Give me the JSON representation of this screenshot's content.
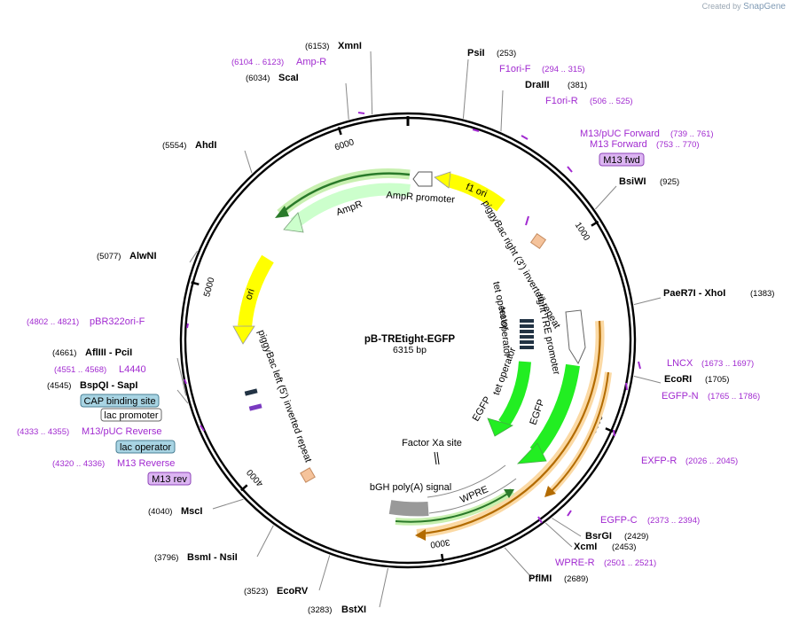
{
  "credit": {
    "prefix": "Created by",
    "brand": "SnapGene"
  },
  "plasmid": {
    "name": "pB-TREtight-EGFP",
    "size_label": "6315 bp"
  },
  "ring_ticks": [
    {
      "label": "1000",
      "angle": 58
    },
    {
      "label": "2000",
      "angle": 114
    },
    {
      "label": "3000",
      "angle": 171
    },
    {
      "label": "4000",
      "angle": 228
    },
    {
      "label": "5000",
      "angle": 285
    },
    {
      "label": "6000",
      "angle": 342
    }
  ],
  "sites": [
    {
      "enzyme": "XmnI",
      "pos": "(6153)",
      "angle": -9
    },
    {
      "enzyme": "ScaI",
      "pos": "(6034)",
      "angle": -15
    },
    {
      "enzyme": "AhdI",
      "pos": "(5554)",
      "angle": -43
    },
    {
      "enzyme": "AlwNI",
      "pos": "(5077)",
      "angle": -67
    },
    {
      "enzyme": "AflIII - PciI",
      "pos": "(4661)",
      "angle": -104
    },
    {
      "enzyme": "BspQI - SapI",
      "pos": "(4545)",
      "angle": -106
    },
    {
      "enzyme": "MscI",
      "pos": "(4040)",
      "angle": -134
    },
    {
      "enzyme": "BsmI - NsiI",
      "pos": "(3796)",
      "angle": -144
    },
    {
      "enzyme": "EcoRV",
      "pos": "(3523)",
      "angle": -160
    },
    {
      "enzyme": "BstXI",
      "pos": "(3283)",
      "angle": -175
    },
    {
      "enzyme": "PsiI",
      "pos": "(253)",
      "angle": 14
    },
    {
      "enzyme": "DraIII",
      "pos": "(381)",
      "angle": 24
    },
    {
      "enzyme": "BsiWI",
      "pos": "(925)",
      "angle": 55
    },
    {
      "enzyme": "PaeR7I - XhoI",
      "pos": "(1383)",
      "angle": 81
    },
    {
      "enzyme": "EcoRI",
      "pos": "(1705)",
      "angle": 99
    },
    {
      "enzyme": "BsrGI",
      "pos": "(2429)",
      "angle": 141
    },
    {
      "enzyme": "XcmI",
      "pos": "(2453)",
      "angle": 143
    },
    {
      "enzyme": "PflMI",
      "pos": "(2689)",
      "angle": 155
    }
  ],
  "primers": [
    {
      "name": "Amp-R",
      "range": "(6104 .. 6123)"
    },
    {
      "name": "F1ori-F",
      "range": "(294 .. 315)"
    },
    {
      "name": "F1ori-R",
      "range": "(506 .. 525)"
    },
    {
      "name": "M13/pUC Forward",
      "range": "(739 .. 761)"
    },
    {
      "name": "M13 Forward",
      "range": "(753 .. 770)"
    },
    {
      "name": "pBR322ori-F",
      "range": "(4802 .. 4821)"
    },
    {
      "name": "L4440",
      "range": "(4551 .. 4568)"
    },
    {
      "name": "M13/pUC Reverse",
      "range": "(4333 .. 4355)"
    },
    {
      "name": "M13 Reverse",
      "range": "(4320 .. 4336)"
    },
    {
      "name": "LNCX",
      "range": "(1673 .. 1697)"
    },
    {
      "name": "EGFP-N",
      "range": "(1765 .. 1786)"
    },
    {
      "name": "EXFP-R",
      "range": "(2026 .. 2045)"
    },
    {
      "name": "EGFP-C",
      "range": "(2373 .. 2394)"
    },
    {
      "name": "WPRE-R",
      "range": "(2501 .. 2521)"
    }
  ],
  "boxed": [
    {
      "name": "M13 fwd",
      "style": "purple"
    },
    {
      "name": "CAP binding site",
      "style": "blue"
    },
    {
      "name": "lac promoter",
      "style": "white"
    },
    {
      "name": "lac operator",
      "style": "blue"
    },
    {
      "name": "M13 rev",
      "style": "purple"
    }
  ],
  "features": [
    {
      "name": "f1 ori",
      "color": "#ffff00"
    },
    {
      "name": "AmpR promoter",
      "color": "#ffffff"
    },
    {
      "name": "AmpR",
      "color": "#ccffcc"
    },
    {
      "name": "ori",
      "color": "#ffff00"
    },
    {
      "name": "piggyBac right (3') inverted repeat",
      "color": "#f5c39b"
    },
    {
      "name": "piggyBac left (5') inverted repeat",
      "color": "#f5c39b"
    },
    {
      "name": "tight TRE promoter",
      "color": "#ffffff"
    },
    {
      "name": "tet operator",
      "color": "#000000"
    },
    {
      "name": "EGFP",
      "color": "#33ee33"
    },
    {
      "name": "Factor Xa site",
      "color": "#000000"
    },
    {
      "name": "WPRE",
      "color": "#ffffff"
    },
    {
      "name": "bGH poly(A) signal",
      "color": "#999999"
    }
  ]
}
